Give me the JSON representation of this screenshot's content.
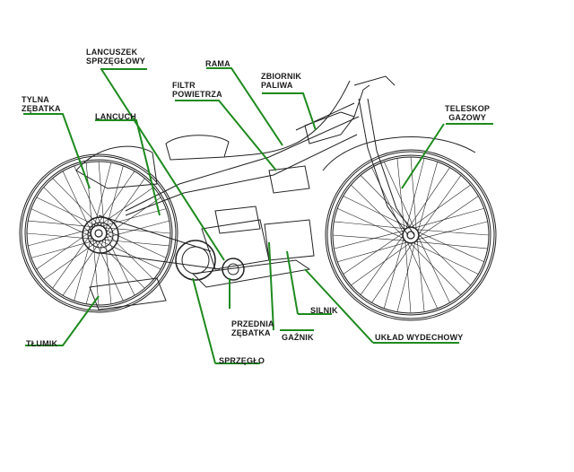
{
  "colors": {
    "leader": "#1e8a1e",
    "drawing": "#222222",
    "background": "#ffffff"
  },
  "labels": {
    "lancuszek_sprzeglowy": [
      "LANCUSZEK",
      "SPRZĘGŁOWY"
    ],
    "rama": "RAMA",
    "zbiornik_paliwa": [
      "ZBIORNIK",
      "PALIWA"
    ],
    "filtr_powietrza": [
      "FILTR",
      "POWIETRZA"
    ],
    "tylna_zebatka": [
      "TYLNA",
      "ZĘBATKA"
    ],
    "lancuch": "LANCUCH",
    "teleskop_gazowy": [
      "TELESKOP",
      "GAZOWY"
    ],
    "przednia_zebatka": [
      "PRZEDNIA",
      "ZĘBATKA"
    ],
    "silnik": "SILNIK",
    "gaznik": "GAŹNIK",
    "uklad_wydechowy": "UKŁAD WYDECHOWY",
    "tlumik": "TŁUMIK",
    "sprzeglo": "SPRZĘGŁO"
  }
}
